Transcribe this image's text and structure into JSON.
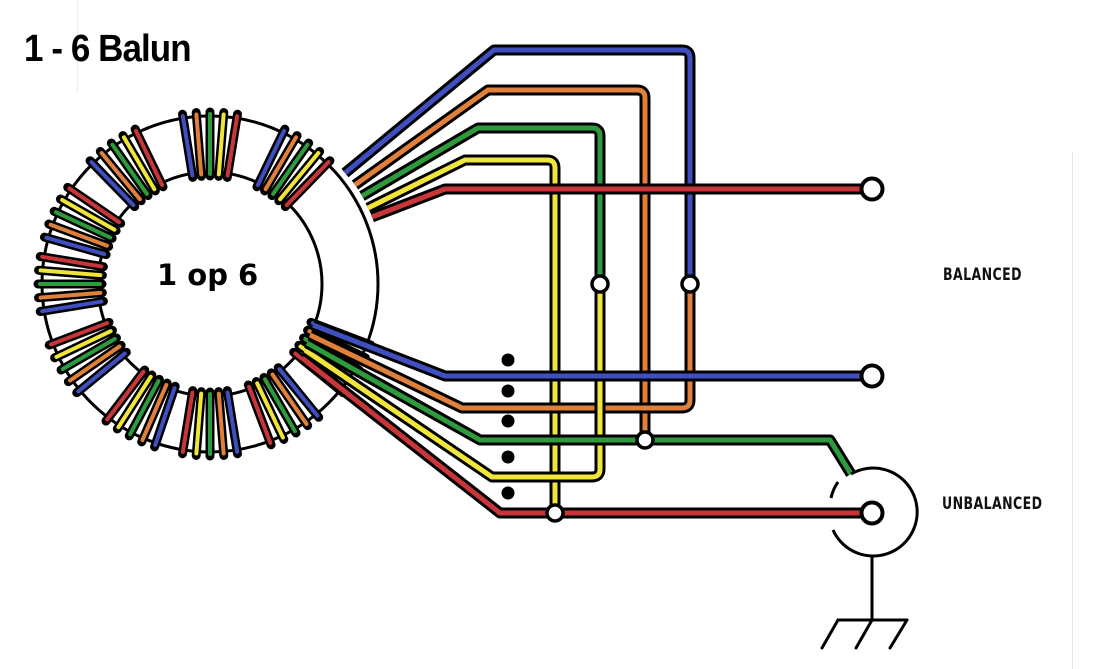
{
  "title": "1 - 6 Balun",
  "core_label": "1 op 6",
  "labels": {
    "balanced": "BALANCED",
    "unbalanced": "UNBALANCED"
  },
  "wire_colors": {
    "blue": "#3f4fc0",
    "orange": "#e0803a",
    "green": "#2e9a3e",
    "yellow": "#f0e63a",
    "red": "#c8363a"
  },
  "toroid": {
    "winding_groups": 10,
    "wires_per_group": 5,
    "winding_order": [
      "blue",
      "orange",
      "green",
      "yellow",
      "red"
    ]
  },
  "terminals": {
    "balanced_top": "red",
    "balanced_bottom": "blue",
    "unbalanced_center": "red",
    "unbalanced_shield": "green"
  },
  "connections": [
    {
      "from": "yellow-top",
      "to": "red-bottom",
      "type": "junction"
    },
    {
      "from": "green-top",
      "to": "yellow-bottom",
      "type": "junction"
    },
    {
      "from": "orange-top",
      "to": "green-bottom",
      "type": "junction"
    },
    {
      "from": "blue-top",
      "to": "orange-bottom",
      "type": "junction"
    }
  ],
  "phase_dots": 5
}
